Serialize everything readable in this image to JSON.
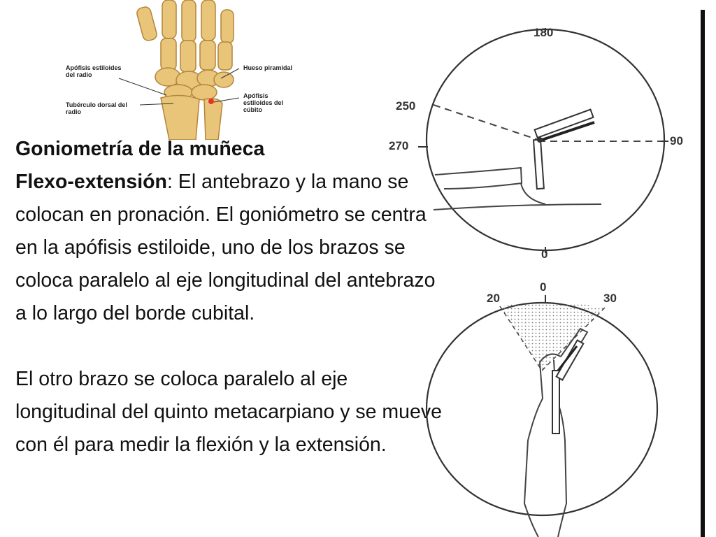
{
  "anatomy": {
    "labels": {
      "apofisis_radio": "Apófisis estiloides\ndel radio",
      "tuberculo": "Tubérculo dorsal del\nradio",
      "piramidal": "Hueso piramidal",
      "apofisis_cubito": "Apófisis\nestiloides del\ncúbito"
    },
    "colors": {
      "bone": "#e9c57a",
      "bone_shadow": "#c99a4a",
      "marker": "#e8322a"
    }
  },
  "text": {
    "title": "Goniometría de la muñeca",
    "subtitle_bold": "Flexo-extensión",
    "p1_rest": ": El antebrazo y la mano se colocan en pronación. El goniómetro se centra en la apófisis estiloide, uno de los brazos se coloca paralelo al eje longitudinal del antebrazo a lo largo del borde cubital.",
    "p2": " El otro brazo se coloca paralelo al eje longitudinal del quinto metacarpiano y se mueve con él para medir la flexión y la extensión."
  },
  "diagram_top": {
    "deg_180": "180",
    "deg_250": "250",
    "deg_270": "270",
    "deg_90": "90",
    "deg_0": "0"
  },
  "diagram_bottom": {
    "deg_20": "20",
    "deg_0": "0",
    "deg_30": "30"
  }
}
